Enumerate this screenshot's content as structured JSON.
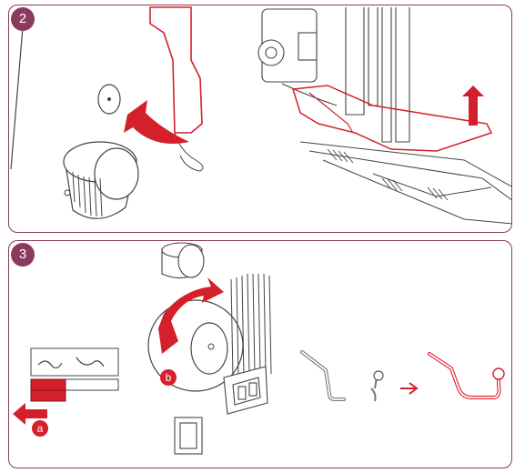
{
  "steps": [
    {
      "number": "2"
    },
    {
      "number": "3"
    }
  ],
  "callouts": {
    "a": "a",
    "b": "b"
  },
  "colors": {
    "accent": "#d4202a",
    "frame": "#8a3a5c",
    "line": "#444444"
  },
  "icons": [
    "presser-foot-lever-icon",
    "handwheel-icon",
    "lift-arrow-icon",
    "knob-turn-arrow-icon",
    "slide-left-arrow-icon",
    "thread-guide-icon"
  ]
}
